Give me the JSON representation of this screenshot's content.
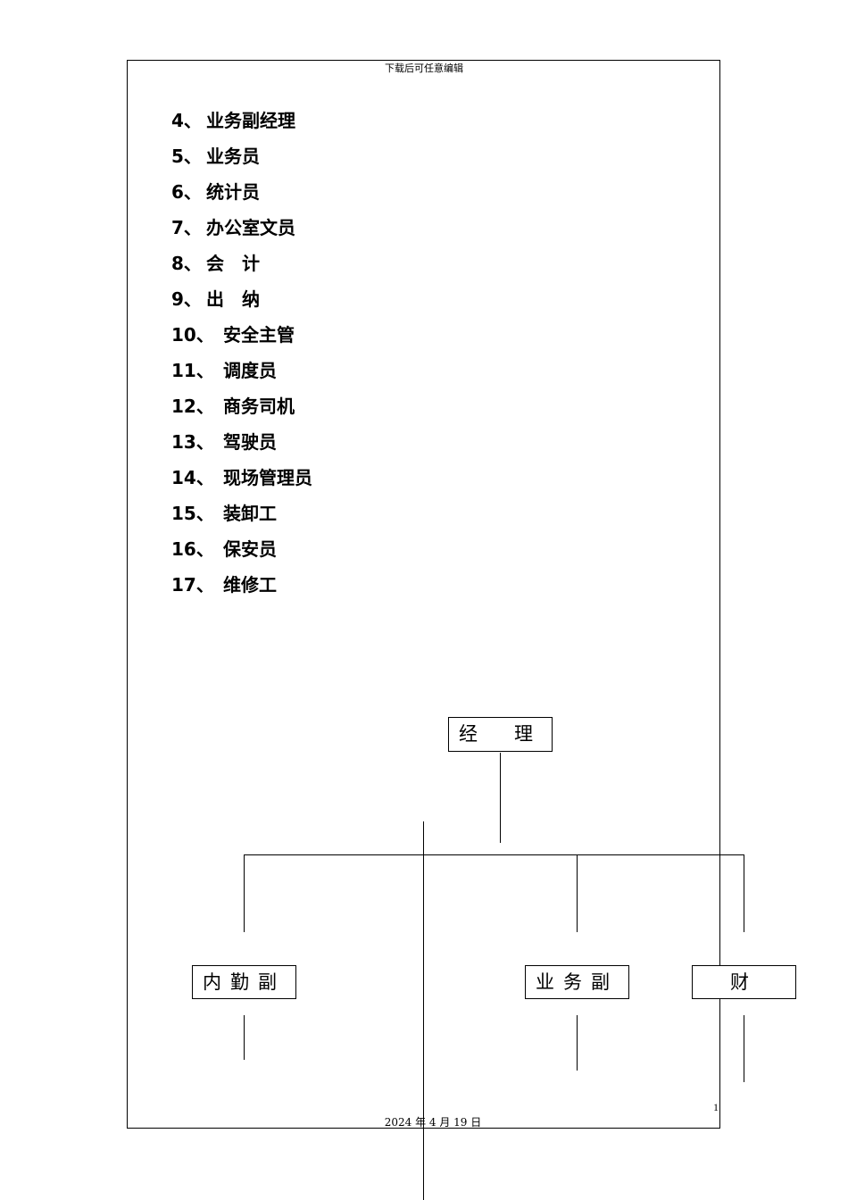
{
  "header": {
    "note": "下载后可任意编辑"
  },
  "position_list": [
    {
      "num": "4、",
      "label": "业务副经理"
    },
    {
      "num": "5、",
      "label": "业务员"
    },
    {
      "num": "6、",
      "label": "统计员"
    },
    {
      "num": "7、",
      "label": "办公室文员"
    },
    {
      "num": "8、",
      "label": "会　计"
    },
    {
      "num": "9、",
      "label": "出　纳"
    },
    {
      "num": "10、",
      "label": "安全主管"
    },
    {
      "num": "11、",
      "label": "调度员"
    },
    {
      "num": "12、",
      "label": "商务司机"
    },
    {
      "num": "13、",
      "label": "驾驶员"
    },
    {
      "num": "14、",
      "label": "现场管理员"
    },
    {
      "num": "15、",
      "label": "装卸工"
    },
    {
      "num": "16、",
      "label": "保安员"
    },
    {
      "num": "17、",
      "label": "维修工"
    }
  ],
  "org_chart": {
    "root": "经　理",
    "children": [
      "内勤副",
      "业务副",
      "财"
    ]
  },
  "footer": {
    "page_number": "1",
    "date": "2024 年 4 月 19 日"
  }
}
